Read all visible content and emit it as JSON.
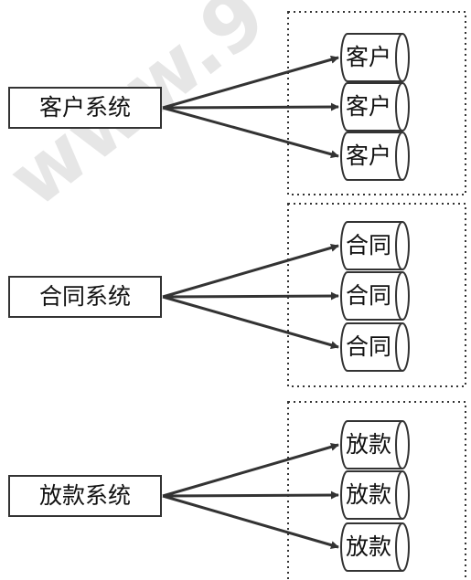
{
  "watermark": "www.9",
  "groups": [
    {
      "system_label": "客户系统",
      "databases": [
        "客户",
        "客户",
        "客户"
      ]
    },
    {
      "system_label": "合同系统",
      "databases": [
        "合同",
        "合同",
        "合同"
      ]
    },
    {
      "system_label": "放款系统",
      "databases": [
        "放款",
        "放款",
        "放款"
      ]
    }
  ],
  "colors": {
    "stroke": "#333333",
    "text": "#111111",
    "background": "#ffffff",
    "watermark": "#e6e6e6"
  }
}
